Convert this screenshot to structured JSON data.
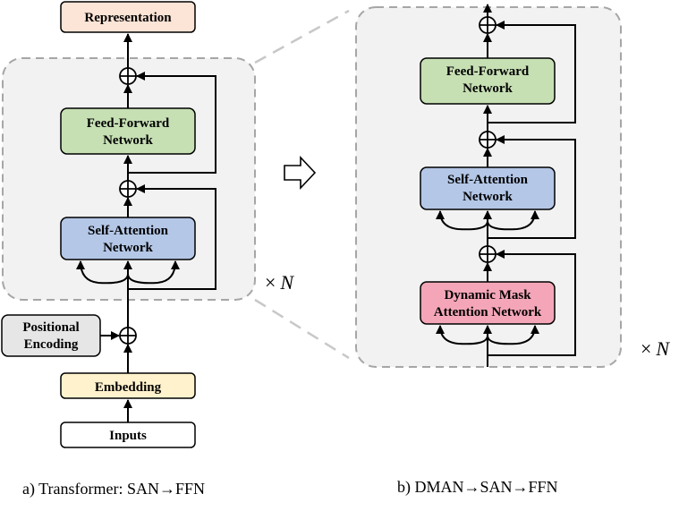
{
  "left": {
    "representation": "Representation",
    "ffn": [
      "Feed-Forward",
      "Network"
    ],
    "san": [
      "Self-Attention",
      "Network"
    ],
    "positional": [
      "Positional",
      "Encoding"
    ],
    "embedding": "Embedding",
    "inputs": "Inputs",
    "repeat": {
      "times": "×",
      "n": "N"
    },
    "caption": "a) Transformer: SAN→FFN"
  },
  "right": {
    "ffn": [
      "Feed-Forward",
      "Network"
    ],
    "san": [
      "Self-Attention",
      "Network"
    ],
    "dman": [
      "Dynamic Mask",
      "Attention Network"
    ],
    "repeat": {
      "times": "×",
      "n": "N"
    },
    "caption": "b) DMAN→SAN→FFN"
  },
  "colors": {
    "representation": "#fce4d6",
    "ffn": "#c6e0b4",
    "san": "#b4c7e7",
    "dman": "#f4a6b8",
    "embedding": "#fff2cc",
    "positional": "#e7e6e6",
    "inputs": "#ffffff"
  }
}
